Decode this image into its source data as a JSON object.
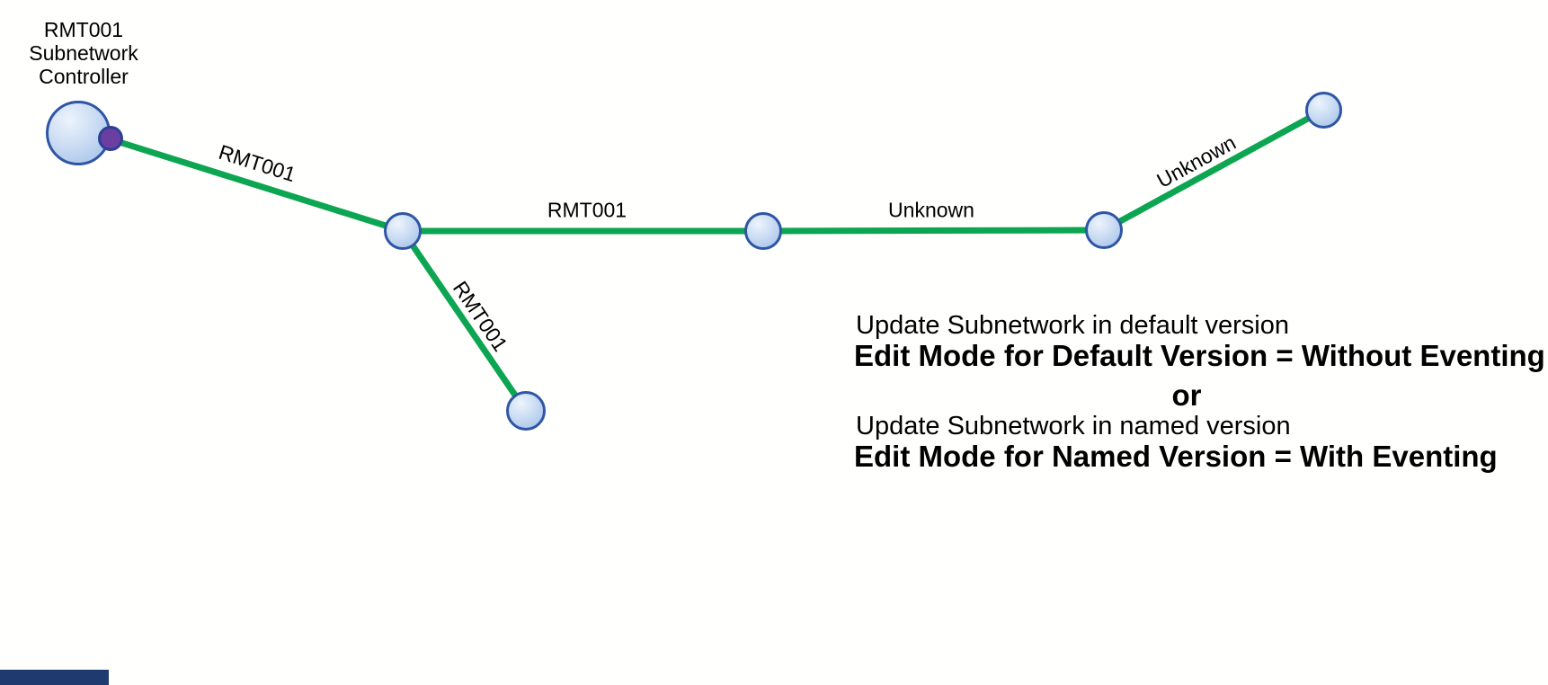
{
  "diagram": {
    "controller": {
      "line1": "RMT001",
      "line2": "Subnetwork",
      "line3": "Controller"
    },
    "edge_labels": [
      {
        "id": "controller-to-junction",
        "text": "RMT001"
      },
      {
        "id": "junction-to-middle",
        "text": "RMT001"
      },
      {
        "id": "junction-to-bottom",
        "text": "RMT001"
      },
      {
        "id": "middle-to-right",
        "text": "Unknown"
      },
      {
        "id": "right-to-topright",
        "text": "Unknown"
      }
    ]
  },
  "annotation": {
    "line1": "Update Subnetwork in default version",
    "line2": "Edit Mode for Default Version = Without Eventing",
    "line3": "or",
    "line4": "Update Subnetwork in named version",
    "line5": "Edit Mode for Named Version = With Eventing"
  },
  "colors": {
    "edge_green": "#0ca551",
    "node_border_blue": "#2e56a4",
    "node_fill_light": "#edf4fc",
    "node_fill_dark": "#9fbde7",
    "controller_port_purple": "#6b3fa2",
    "footer_bar_navy": "#1e3a6e"
  }
}
